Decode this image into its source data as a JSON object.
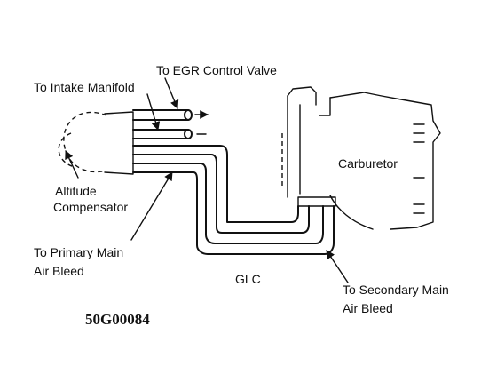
{
  "labels": {
    "egr": "To EGR Control Valve",
    "intake": "To Intake Manifold",
    "carburetor": "Carburetor",
    "altitude_1": "Altitude",
    "altitude_2": "Compensator",
    "primary_1": "To Primary Main",
    "primary_2": "Air Bleed",
    "glc": "GLC",
    "secondary_1": "To Secondary Main",
    "secondary_2": "Air Bleed",
    "figure_code": "50G00084"
  }
}
